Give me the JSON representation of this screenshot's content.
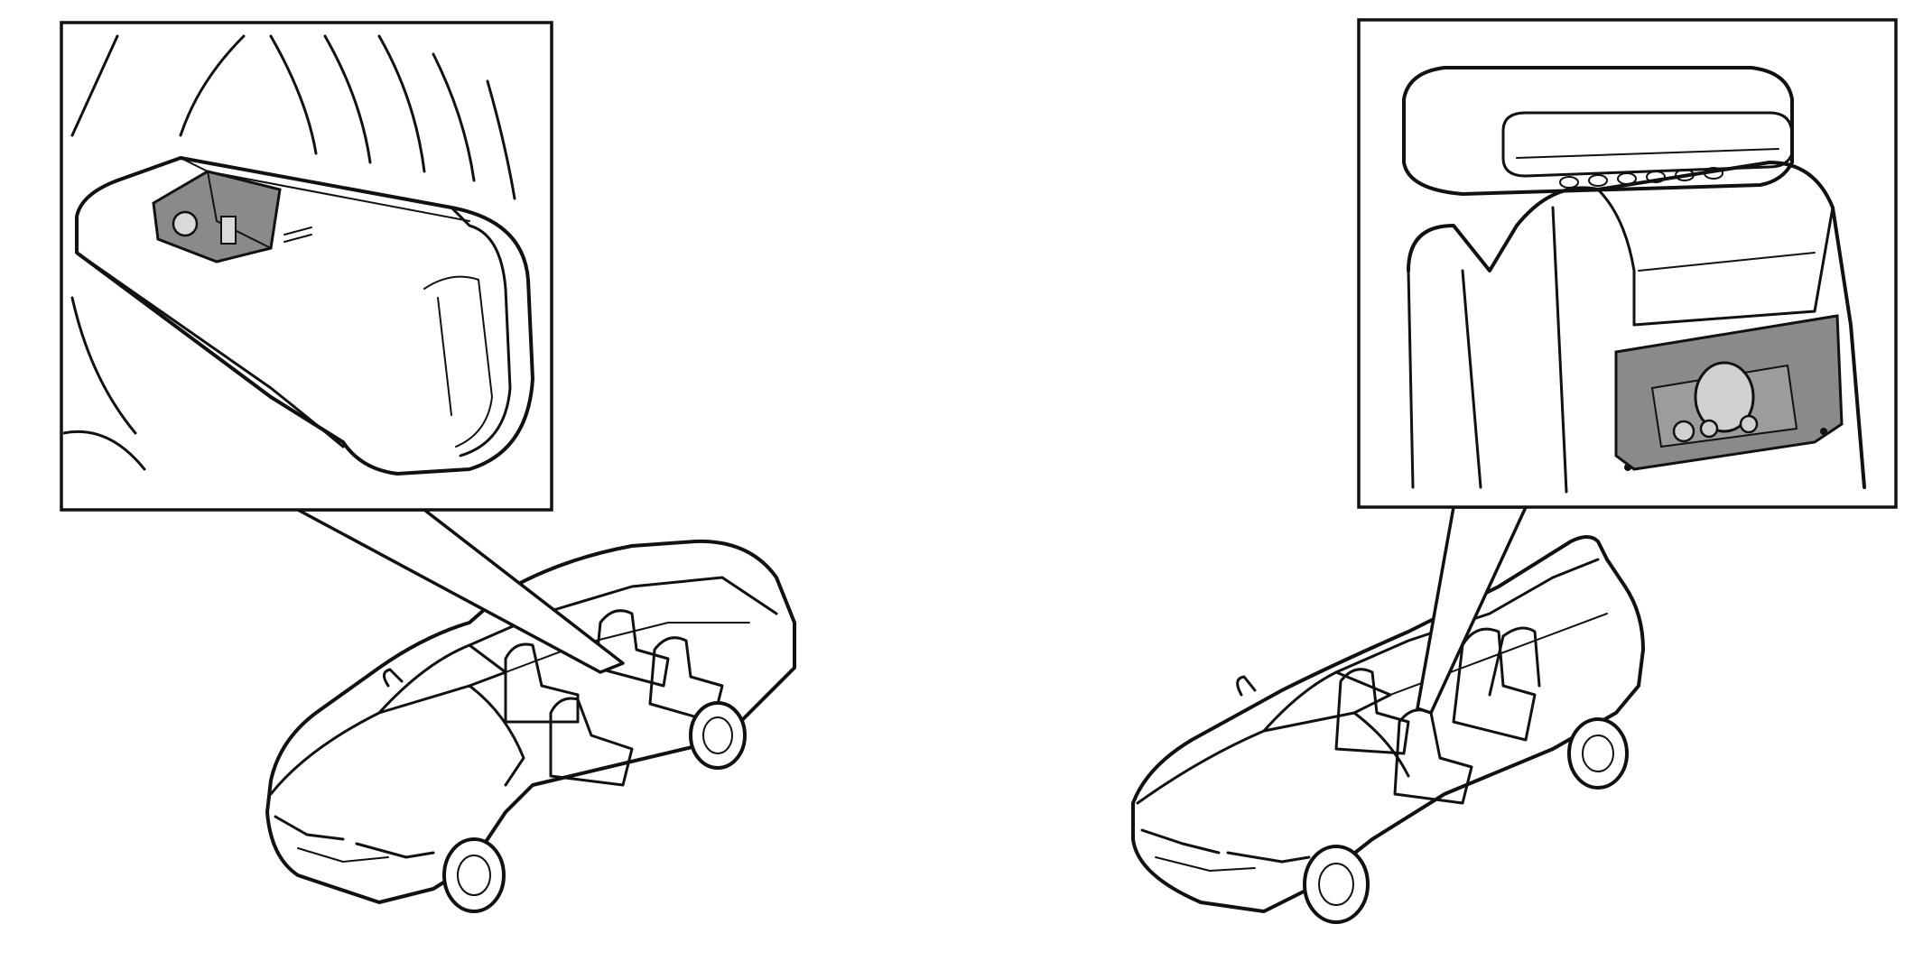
{
  "diagram": {
    "colors": {
      "background": "#ffffff",
      "line": "#111111",
      "component_fill": "#8a8a8a"
    },
    "panels": [
      {
        "name": "left-inset",
        "depicts": "armrest-audio-connector"
      },
      {
        "name": "right-inset",
        "depicts": "headrest-audio-connector"
      }
    ],
    "vehicles": [
      {
        "name": "left-car",
        "style": "sedan"
      },
      {
        "name": "right-car",
        "style": "suv"
      }
    ]
  }
}
